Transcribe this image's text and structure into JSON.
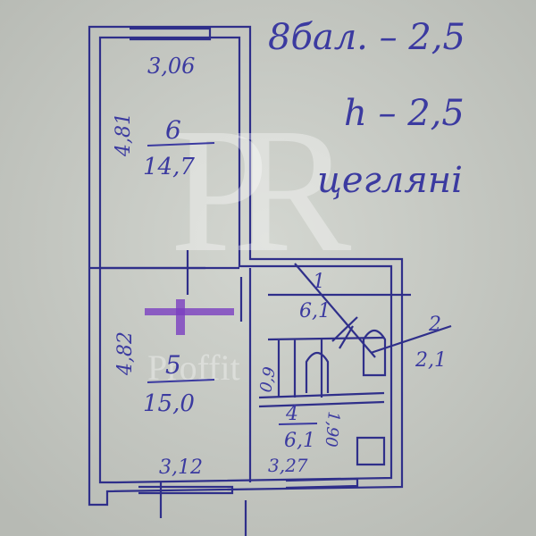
{
  "notes": {
    "line1": "8бал. – 2,5",
    "line2": "h – 2,5",
    "line3": "цеглянi"
  },
  "rooms": [
    {
      "number": "6",
      "area": "14,7",
      "width": "3,06",
      "length": "4,81"
    },
    {
      "number": "5",
      "area": "15,0",
      "width": "3,12",
      "length": "4,82"
    },
    {
      "number": "1",
      "area": "6,1"
    },
    {
      "number": "2",
      "area": "2,1"
    },
    {
      "number": "4",
      "area": "6,1",
      "width": "3,27",
      "length": "1,90"
    }
  ],
  "misc": {
    "closet": "0,9"
  },
  "watermark": "Proffit",
  "colors": {
    "ink": "#3b3aa0",
    "paper": "#c9ccc6",
    "marker": "#7a3fc0"
  }
}
